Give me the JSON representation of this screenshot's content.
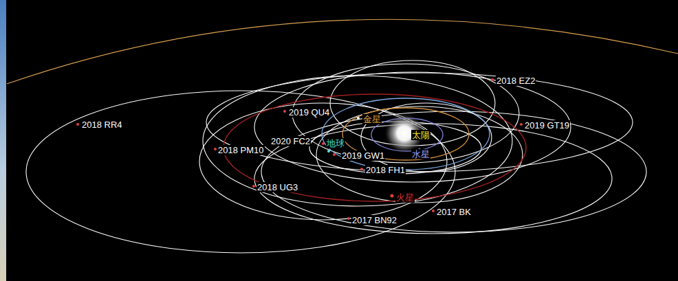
{
  "diagram": {
    "labels": [
      "2018 EZ2",
      "2019 QU4",
      "金星",
      "太陽",
      "2018 RR4",
      "2019 GT19",
      "2020 FC2",
      "地球",
      "2018 PM10",
      "2019 GW1",
      "水星",
      "2018 FH1",
      "2018 UG3",
      "火星",
      "2017 BK",
      "2017 BN92"
    ]
  }
}
